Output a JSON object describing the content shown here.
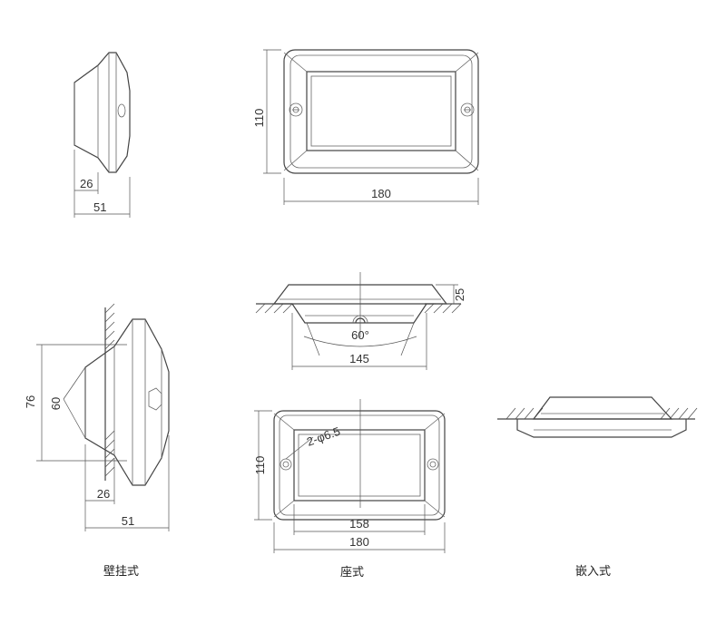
{
  "captions": {
    "wall": "壁挂式",
    "seat": "座式",
    "embedded": "嵌入式"
  },
  "dims": {
    "side_top_26": "26",
    "side_top_51": "51",
    "front_top_110": "110",
    "front_top_180": "180",
    "mid_25": "25",
    "mid_angle": "60°",
    "mid_145": "145",
    "side_big_76": "76",
    "side_big_60": "60",
    "side_big_26": "26",
    "side_big_51": "51",
    "seat_110": "110",
    "seat_holes": "2-φ6.5",
    "seat_158": "158",
    "seat_180": "180"
  }
}
